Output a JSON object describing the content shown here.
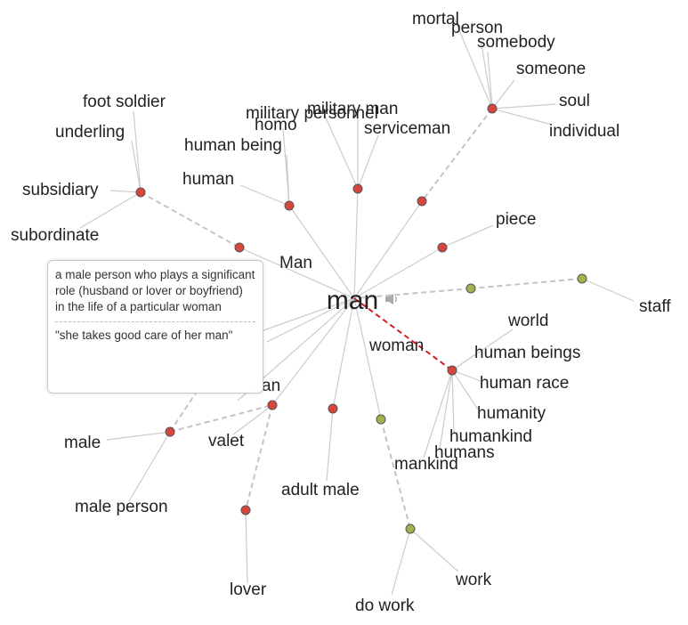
{
  "center_word": "man",
  "colors": {
    "node_red": "#d9453c",
    "node_green": "#a3b24e",
    "edge": "#cccccc",
    "edge_dashed": "#c4c4c4",
    "edge_highlight": "#cc2222",
    "speaker_icon": "#999999"
  },
  "labels": {
    "mortal": "mortal",
    "person": "person",
    "somebody": "somebody",
    "someone": "someone",
    "soul": "soul",
    "individual": "individual",
    "military_man": "military man",
    "military_personnel": "military personnel",
    "homo": "homo",
    "serviceman": "serviceman",
    "human_being": "human being",
    "human": "human",
    "foot_soldier": "foot soldier",
    "underling": "underling",
    "subsidiary": "subsidiary",
    "subordinate": "subordinate",
    "man_cap": "Man",
    "piece": "piece",
    "staff": "staff",
    "world": "world",
    "human_beings": "human beings",
    "human_race": "human race",
    "humanity": "humanity",
    "humankind": "humankind",
    "humans": "humans",
    "mankind": "mankind",
    "woman": "woman",
    "an_fragment": "an",
    "male": "male",
    "valet": "valet",
    "male_person": "male person",
    "adult_male": "adult male",
    "lover": "lover",
    "work": "work",
    "do_work": "do work"
  },
  "tooltip": {
    "definition": "a male person who plays a significant role (husband or lover or boyfriend) in the life of a particular woman",
    "example": "\"she takes good care of her man\""
  }
}
